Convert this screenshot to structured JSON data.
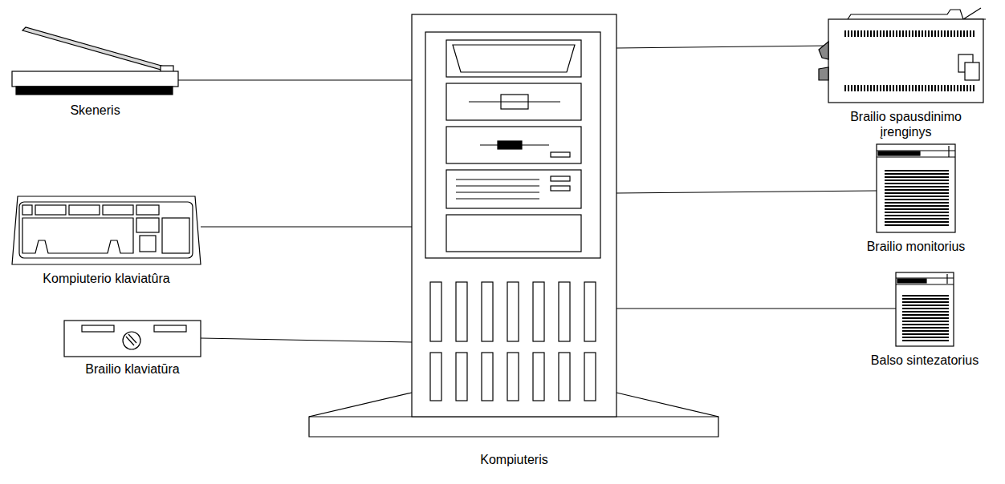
{
  "diagram": {
    "nodes": [
      {
        "text": [
          "Skeneris"
        ]
      },
      {
        "text": [
          "Kompiuterio klaviatûra"
        ]
      },
      {
        "text": [
          "Brailio klaviatūra"
        ]
      },
      {
        "text": [
          "Kompiuteris"
        ]
      },
      {
        "text": [
          "Brailio spausdinimo įrenginys"
        ]
      },
      {
        "text": [
          "Brailio monitorius"
        ]
      },
      {
        "text": [
          "Balso sintezatorius"
        ]
      }
    ],
    "edges": [
      {
        "from": 0,
        "to": 3,
        "arrow": "none"
      },
      {
        "from": 1,
        "to": 3,
        "arrow": "none"
      },
      {
        "from": 2,
        "to": 3,
        "arrow": "none"
      },
      {
        "from": 3,
        "to": 4,
        "arrow": "none"
      },
      {
        "from": 3,
        "to": 5,
        "arrow": "none"
      },
      {
        "from": 3,
        "to": 6,
        "arrow": "none"
      }
    ]
  }
}
